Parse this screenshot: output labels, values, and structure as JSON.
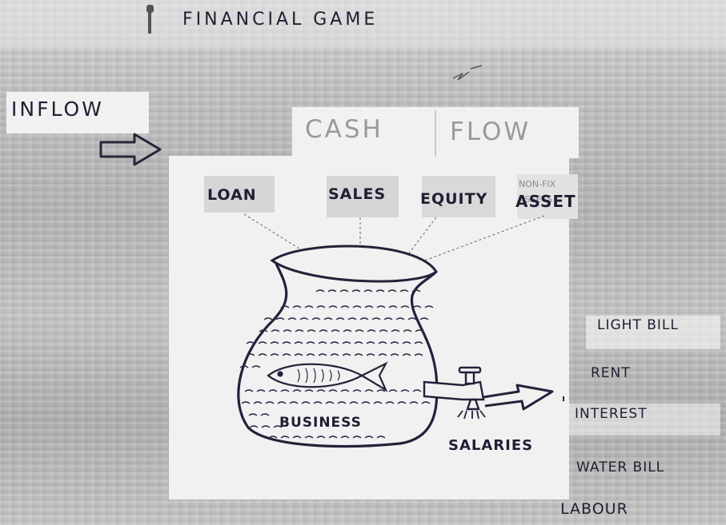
{
  "title": "FINANCIAL GAME",
  "inflow_label": "INFLOW",
  "heading": {
    "word1": "CASH",
    "word2": "FLOW"
  },
  "inflow_sources": {
    "loan": "LOAN",
    "sales": "SALES",
    "equity": "EQUITY",
    "asset": "ASSET",
    "struck_text": "NON-FIX ASSETS"
  },
  "pot_label": "BUSINESS",
  "outflows": {
    "light_bill": "LIGHT BILL",
    "rent": "RENT",
    "interest": "INTEREST",
    "salaries": "SALARIES",
    "water_bill": "WATER BILL",
    "labour": "LABOUR"
  },
  "colors": {
    "ink": "#1f1f33",
    "paper": "#f1f1f1",
    "faded": "#9a9a9a"
  }
}
